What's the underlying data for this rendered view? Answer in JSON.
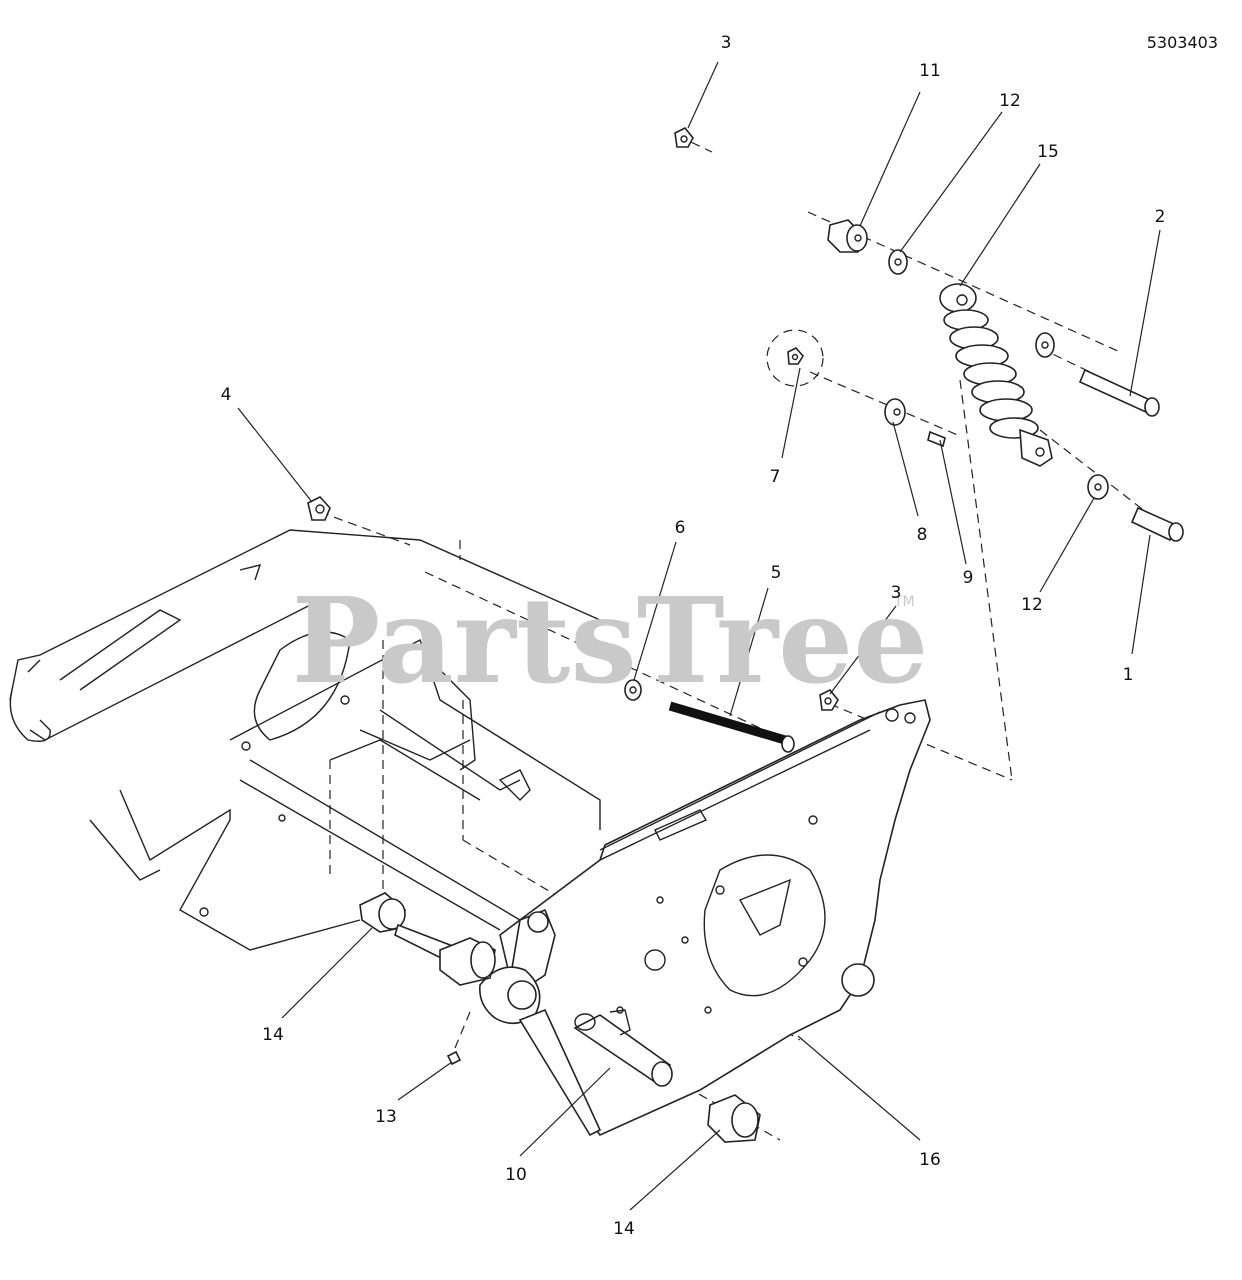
{
  "diagram": {
    "reference_number": "5303403",
    "watermark": "PartsTree",
    "watermark_mark": "TM"
  },
  "callouts": [
    {
      "id": "c3a",
      "label": "3"
    },
    {
      "id": "c11",
      "label": "11"
    },
    {
      "id": "c12a",
      "label": "12"
    },
    {
      "id": "c15",
      "label": "15"
    },
    {
      "id": "c2",
      "label": "2"
    },
    {
      "id": "c4",
      "label": "4"
    },
    {
      "id": "c7",
      "label": "7"
    },
    {
      "id": "c8",
      "label": "8"
    },
    {
      "id": "c9",
      "label": "9"
    },
    {
      "id": "c12b",
      "label": "12"
    },
    {
      "id": "c1",
      "label": "1"
    },
    {
      "id": "c6",
      "label": "6"
    },
    {
      "id": "c5",
      "label": "5"
    },
    {
      "id": "c3b",
      "label": "3"
    },
    {
      "id": "c14a",
      "label": "14"
    },
    {
      "id": "c13",
      "label": "13"
    },
    {
      "id": "c10",
      "label": "10"
    },
    {
      "id": "c16",
      "label": "16"
    },
    {
      "id": "c14b",
      "label": "14"
    }
  ]
}
